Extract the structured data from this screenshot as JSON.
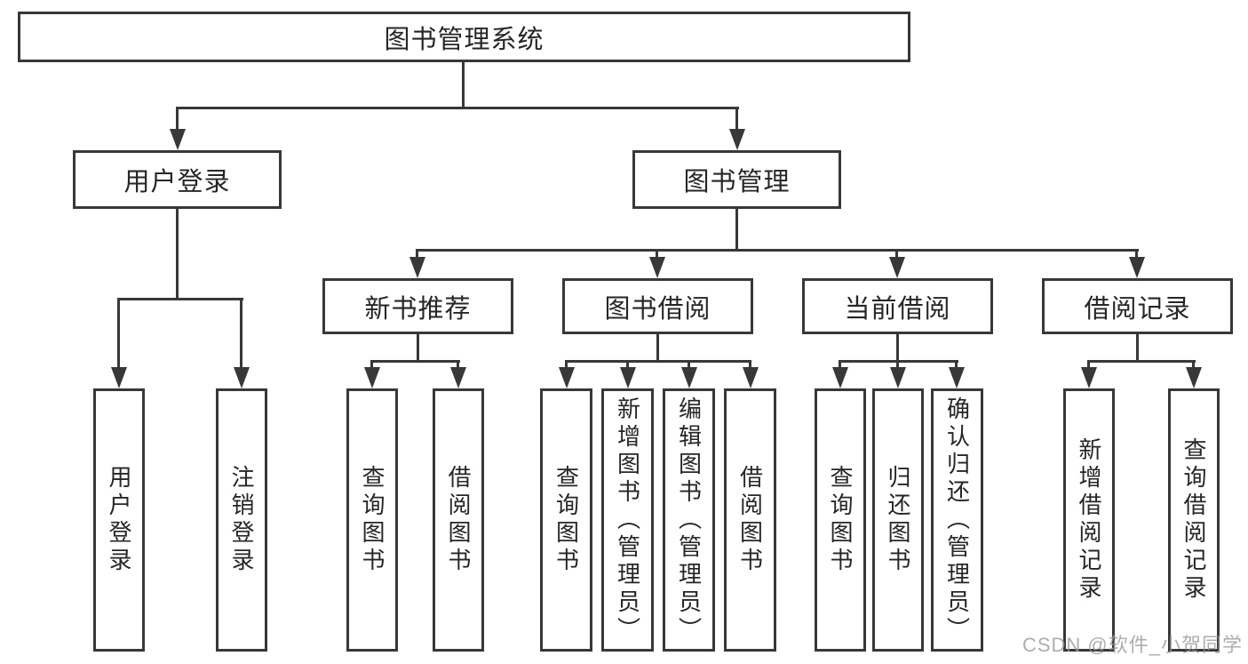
{
  "tree": {
    "root": "图书管理系统",
    "branches": [
      {
        "label": "用户登录",
        "children": [
          "用户登录",
          "注销登录"
        ]
      },
      {
        "label": "图书管理",
        "children": [
          {
            "label": "新书推荐",
            "children": [
              "查询图书",
              "借阅图书"
            ]
          },
          {
            "label": "图书借阅",
            "children": [
              "查询图书",
              "新增图书（管理员）",
              "编辑图书（管理员）",
              "借阅图书"
            ]
          },
          {
            "label": "当前借阅",
            "children": [
              "查询图书",
              "归还图书",
              "确认归还（管理员）"
            ]
          },
          {
            "label": "借阅记录",
            "children": [
              "新增借阅记录",
              "查询借阅记录"
            ]
          }
        ]
      }
    ]
  },
  "watermark": "CSDN @软件_小贺同学",
  "colors": {
    "line": "#383838",
    "text": "#262626",
    "background": "#ffffff",
    "watermark": "#969696"
  }
}
